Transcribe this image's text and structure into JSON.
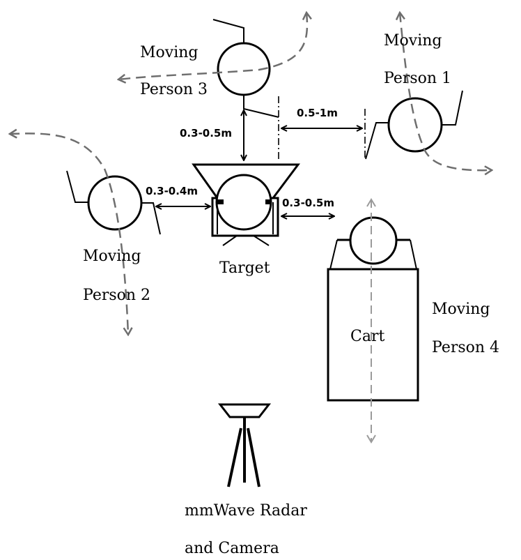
{
  "labels": {
    "person1": [
      "Moving",
      "Person 1"
    ],
    "person2": [
      "Moving",
      "Person 2"
    ],
    "person3": [
      "Moving",
      "Person 3"
    ],
    "person4": [
      "Moving",
      "Person 4"
    ],
    "target": "Target",
    "cart": "Cart",
    "radar": [
      "mmWave Radar",
      "and Camera"
    ]
  },
  "distances": {
    "target_to_person3": "0.3-0.5m",
    "person3_to_person1": "0.5-1m",
    "person2_to_target": "0.3-0.4m",
    "target_to_cart": "0.3-0.5m"
  },
  "colors": {
    "outline": "#000000",
    "person_path": "#6e6e6e",
    "cart_path": "#9a9a9a"
  }
}
